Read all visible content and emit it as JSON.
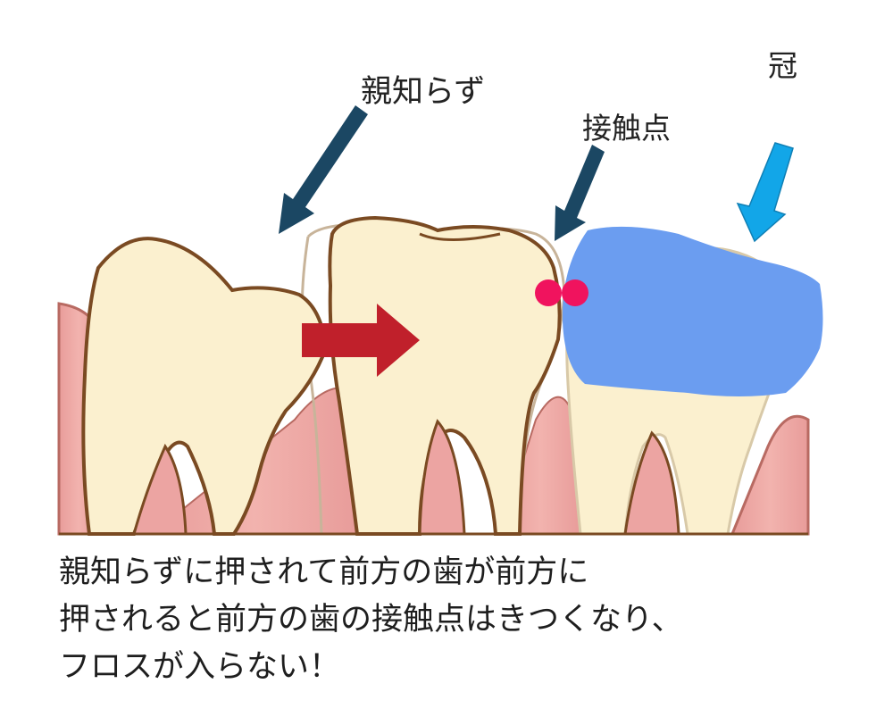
{
  "labels": {
    "wisdom_tooth": "親知らず",
    "contact_point": "接触点",
    "crown": "冠"
  },
  "caption": {
    "line1": "親知らずに押されて前方の歯が前方に",
    "line2": "押されると前方の歯の接触点はきつくなり、",
    "line3": "フロスが入らない！"
  },
  "colors": {
    "tooth_fill": "#fbf0cf",
    "tooth_outline": "#7a4a22",
    "gum": "#eca4a2",
    "gum_outline": "#b86a62",
    "crown": "#6b9df0",
    "push_arrow": "#c0202b",
    "label_arrow_dark": "#1b4763",
    "label_arrow_light": "#12a6e8",
    "contact_point": "#f0135e"
  }
}
